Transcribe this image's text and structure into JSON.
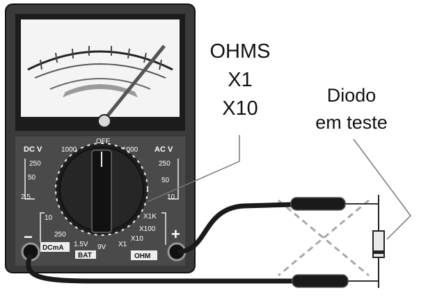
{
  "callouts": {
    "range_line1": "OHMS",
    "range_line2": "X1",
    "range_line3": "X10",
    "component_line1": "Diodo",
    "component_line2": "em teste"
  },
  "multimeter": {
    "dcv_label": "DC V",
    "acv_label": "AC V",
    "off_label": "OFF",
    "dcma_label": "DCmA",
    "bat_label": "BAT",
    "ohm_label": "OHM",
    "minus_sign": "−",
    "plus_sign": "+",
    "dcv_ticks": [
      "1000",
      "250",
      "50",
      "2.5"
    ],
    "acv_ticks": [
      "1000",
      "250",
      "50",
      "10"
    ],
    "dcma_ticks": [
      "10",
      "250"
    ],
    "bat_ticks": [
      "1.5V",
      "9V"
    ],
    "ohm_ticks": [
      "X1K",
      "X100",
      "X10",
      "X1"
    ]
  },
  "colors": {
    "meter_body": "#3a3a3a",
    "panel": "#4a4a4a",
    "dial_face": "#f2f2f2",
    "probe": "#1a1a1a",
    "cross": "#a8a8a8"
  }
}
